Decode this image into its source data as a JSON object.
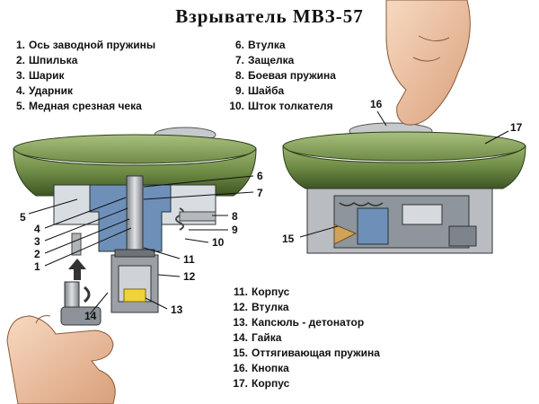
{
  "title": "Взрыватель  МВЗ-57",
  "legend_left": [
    {
      "n": "1.",
      "t": "Ось заводной пружины"
    },
    {
      "n": "2.",
      "t": "Шпилька"
    },
    {
      "n": "3.",
      "t": "Шарик"
    },
    {
      "n": "4.",
      "t": "Ударник"
    },
    {
      "n": "5.",
      "t": "Медная срезная чека"
    }
  ],
  "legend_right": [
    {
      "n": "6.",
      "t": "Втулка"
    },
    {
      "n": "7.",
      "t": "Защелка"
    },
    {
      "n": "8.",
      "t": "Боевая пружина"
    },
    {
      "n": "9.",
      "t": "Шайба"
    },
    {
      "n": "10.",
      "t": "Шток толкателя"
    }
  ],
  "legend_bottom": [
    {
      "n": "11.",
      "t": "Корпус"
    },
    {
      "n": "12.",
      "t": "Втулка"
    },
    {
      "n": "13.",
      "t": "Капсюль - детонатор"
    },
    {
      "n": "14.",
      "t": "Гайка"
    },
    {
      "n": "15.",
      "t": "Оттягивающая пружина"
    },
    {
      "n": "16.",
      "t": "Кнопка"
    },
    {
      "n": "17.",
      "t": "Корпус"
    }
  ],
  "callouts": {
    "c1": "1",
    "c2": "2",
    "c3": "3",
    "c4": "4",
    "c5": "5",
    "c6": "6",
    "c7": "7",
    "c8": "8",
    "c9": "9",
    "c10": "10",
    "c11": "11",
    "c12": "12",
    "c13": "13",
    "c14": "14",
    "c15": "15",
    "c16": "16",
    "c17": "17"
  },
  "colors": {
    "body_green": "#5f7a3a",
    "body_green_light": "#8ea864",
    "metal": "#b9bcc0",
    "metal_dark": "#6e7378",
    "inner_blue": "#5c7fa8",
    "detonator_yellow": "#f0d23a",
    "skin": "#f1c9a8"
  }
}
